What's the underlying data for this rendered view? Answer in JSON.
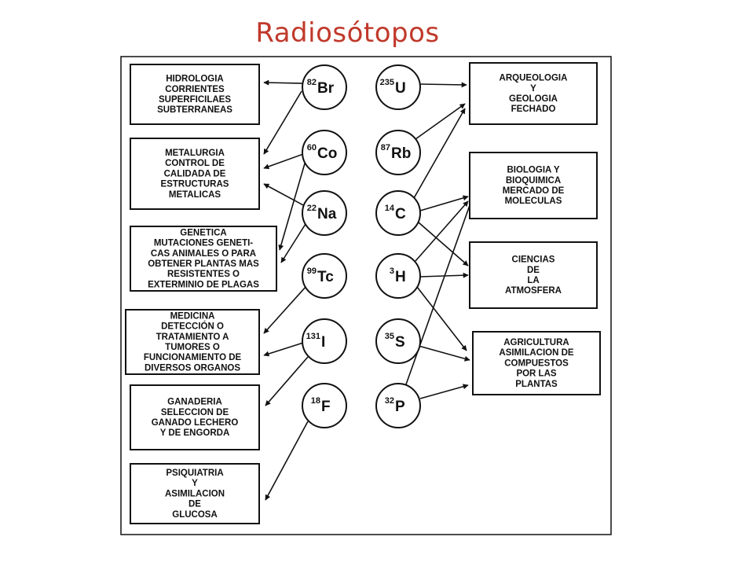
{
  "title": "Radiosótopos",
  "left_boxes": [
    {
      "id": "hidrologia",
      "lines": [
        "HIDROLOGIA",
        "CORRIENTES",
        "SUPERFICILAES",
        "SUBTERRANEAS"
      ]
    },
    {
      "id": "metalurgia",
      "lines": [
        "METALURGIA",
        "CONTROL DE",
        "CALIDADA DE",
        "ESTRUCTURAS",
        "METALICAS"
      ]
    },
    {
      "id": "genetica",
      "lines": [
        "GENETICA",
        "MUTACIONES GENETI-",
        "CAS ANIMALES O PARA",
        "OBTENER PLANTAS MAS",
        "RESISTENTES O",
        "EXTERMINIO DE PLAGAS"
      ]
    },
    {
      "id": "medicina",
      "lines": [
        "MEDICINA",
        "DETECCIÓN O",
        "TRATAMIENTO A",
        "TUMORES O",
        "FUNCIONAMIENTO DE",
        "DIVERSOS ORGANOS"
      ]
    },
    {
      "id": "ganaderia",
      "lines": [
        "GANADERIA",
        "SELECCION DE",
        "GANADO LECHERO",
        "Y DE ENGORDA"
      ]
    },
    {
      "id": "psiquiatria",
      "lines": [
        "PSIQUIATRIA",
        "Y",
        "ASIMILACION",
        "DE",
        "GLUCOSA"
      ]
    }
  ],
  "right_boxes": [
    {
      "id": "arqueologia",
      "lines": [
        "ARQUEOLOGIA",
        "Y",
        "GEOLOGIA",
        "FECHADO"
      ]
    },
    {
      "id": "biologia",
      "lines": [
        "BIOLOGIA Y",
        "BIOQUIMICA",
        "MERCADO DE",
        "MOLECULAS"
      ]
    },
    {
      "id": "ciencias",
      "lines": [
        "CIENCIAS",
        "DE",
        "LA",
        "ATMOSFERA"
      ]
    },
    {
      "id": "agricultura",
      "lines": [
        "AGRICULTURA",
        "ASIMILACION DE",
        "COMPUESTOS",
        "POR LAS",
        "PLANTAS"
      ]
    }
  ],
  "left_isotopes": [
    {
      "id": "br",
      "mass": "82",
      "symbol": "Br"
    },
    {
      "id": "co",
      "mass": "60",
      "symbol": "Co"
    },
    {
      "id": "na",
      "mass": "22",
      "symbol": "Na"
    },
    {
      "id": "tc",
      "mass": "99",
      "symbol": "Tc"
    },
    {
      "id": "i",
      "mass": "131",
      "symbol": "I"
    },
    {
      "id": "f",
      "mass": "18",
      "symbol": "F"
    }
  ],
  "right_isotopes": [
    {
      "id": "u",
      "mass": "235",
      "symbol": "U"
    },
    {
      "id": "rb",
      "mass": "87",
      "symbol": "Rb"
    },
    {
      "id": "c",
      "mass": "14",
      "symbol": "C"
    },
    {
      "id": "h",
      "mass": "3",
      "symbol": "H"
    },
    {
      "id": "s",
      "mass": "35",
      "symbol": "S"
    },
    {
      "id": "p",
      "mass": "32",
      "symbol": "P"
    }
  ],
  "connections": [
    {
      "from": "br",
      "to": "hidrologia"
    },
    {
      "from": "br",
      "to": "metalurgia"
    },
    {
      "from": "co",
      "to": "metalurgia"
    },
    {
      "from": "co",
      "to": "genetica"
    },
    {
      "from": "na",
      "to": "metalurgia"
    },
    {
      "from": "na",
      "to": "genetica"
    },
    {
      "from": "tc",
      "to": "medicina"
    },
    {
      "from": "i",
      "to": "medicina"
    },
    {
      "from": "i",
      "to": "ganaderia"
    },
    {
      "from": "f",
      "to": "psiquiatria"
    },
    {
      "from": "u",
      "to": "arqueologia"
    },
    {
      "from": "rb",
      "to": "arqueologia"
    },
    {
      "from": "c",
      "to": "arqueologia"
    },
    {
      "from": "c",
      "to": "biologia"
    },
    {
      "from": "c",
      "to": "ciencias"
    },
    {
      "from": "h",
      "to": "biologia"
    },
    {
      "from": "h",
      "to": "ciencias"
    },
    {
      "from": "h",
      "to": "agricultura"
    },
    {
      "from": "s",
      "to": "agricultura"
    },
    {
      "from": "p",
      "to": "biologia"
    },
    {
      "from": "p",
      "to": "agricultura"
    }
  ]
}
